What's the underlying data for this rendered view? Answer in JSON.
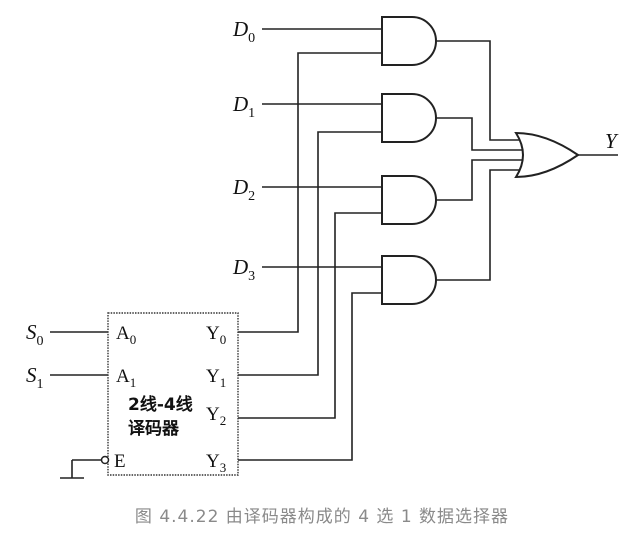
{
  "inputs": {
    "d0": {
      "main": "D",
      "sub": "0"
    },
    "d1": {
      "main": "D",
      "sub": "1"
    },
    "d2": {
      "main": "D",
      "sub": "2"
    },
    "d3": {
      "main": "D",
      "sub": "3"
    },
    "s0": {
      "main": "S",
      "sub": "0"
    },
    "s1": {
      "main": "S",
      "sub": "1"
    }
  },
  "output": {
    "label": "Y"
  },
  "decoder": {
    "pins": {
      "a0": {
        "main": "A",
        "sub": "0"
      },
      "a1": {
        "main": "A",
        "sub": "1"
      },
      "e": {
        "main": "E"
      },
      "y0": {
        "main": "Y",
        "sub": "0"
      },
      "y1": {
        "main": "Y",
        "sub": "1"
      },
      "y2": {
        "main": "Y",
        "sub": "2"
      },
      "y3": {
        "main": "Y",
        "sub": "3"
      }
    },
    "title_line1": "2线-4线",
    "title_line2": "译码器"
  },
  "caption": "图 4.4.22   由译码器构成的 4 选 1 数据选择器"
}
